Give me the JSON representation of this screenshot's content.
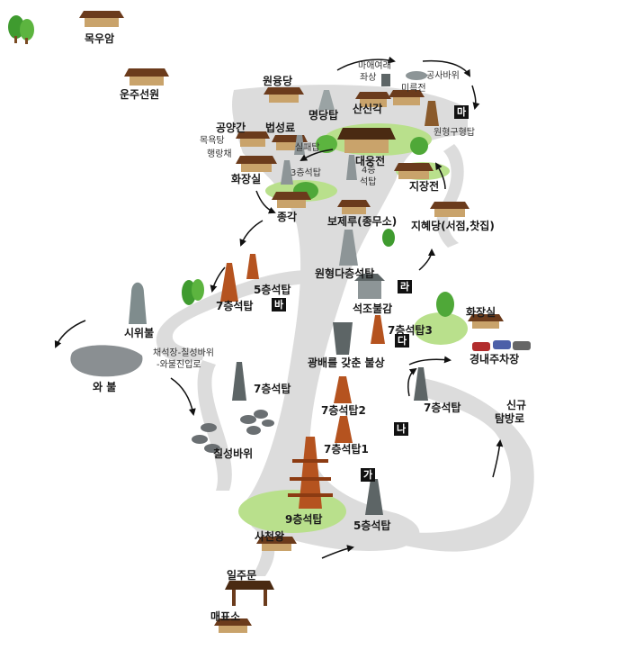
{
  "places": {
    "mokuam": "목우암",
    "unjuseonwon": "운주선원",
    "wonyungdang": "원융당",
    "myeongdangtap": "명당탑",
    "maaeyeorae_line1": "마애여래",
    "maaeyeorae_line2": "좌상",
    "gongsabawi": "공사바위",
    "mireukjeon": "미륵전",
    "sansingak": "산신각",
    "wonhyeonggujeungtap": "원형구형탑",
    "gongyanggan": "공양간",
    "beopseongnyo": "법성료",
    "mogyoktang": "목욕탕",
    "haengnangchae": "행랑채",
    "silpaetap": "실패탑",
    "daeungjeon": "대웅전",
    "seokhap_3": "3층석탑",
    "seokhap_4_line1": "4층",
    "seokhap_4_line2": "석탑",
    "hwajangsil_top": "화장실",
    "jijangjeon": "지장전",
    "jonggak": "종각",
    "bojeru": "보제루(종무소)",
    "jihyedang": "지혜당(서점,찻집)",
    "wonhyeongdacheung": "원형다층석탑",
    "seokhap_5": "5층석탑",
    "seokhap_7_ba": "7층석탑",
    "seokjobulgam": "석조불감",
    "hwajangsil_right": "화장실",
    "siwibul": "시위불",
    "seokhap_7_3": "7층석탑3",
    "gwangbae": "광배를 갖춘 불상",
    "gyeongnae_parking": "경내주차장",
    "chaeseokjang_line1": "채석장-칠성바위",
    "chaeseokjang_line2": "-와불진입로",
    "wabul": "와 불",
    "seokhap_7_mid": "7층석탑",
    "seokhap_7_2": "7층석탑2",
    "seokhap_7_right": "7층석탑",
    "singyu_line1": "신규",
    "singyu_line2": "탐방로",
    "chilseongbawi": "칠성바위",
    "seokhap_7_1": "7층석탑1",
    "seokhap_9": "9층석탑",
    "seokhap_5_bottom": "5층석탑",
    "sacheonwang": "사천왕",
    "iljumun": "일주문",
    "maepyoso": "매표소"
  },
  "markers": {
    "ga": "가",
    "na": "나",
    "da": "다",
    "ra": "라",
    "ma": "마",
    "ba": "바"
  },
  "colors": {
    "path": "#dcdcdc",
    "roof": "#6b3b1c",
    "pagoda": "#b5531f",
    "stone": "#7f8c8d",
    "tree": "#3f9b2f",
    "lawn": "#b9e08c",
    "badge": "#111111"
  }
}
